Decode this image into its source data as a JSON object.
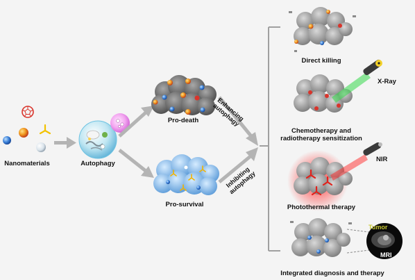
{
  "labels": {
    "nanomaterials": "Nanomaterials",
    "autophagy": "Autophagy",
    "pro_death": "Pro-death",
    "pro_survival": "Pro-survival",
    "enhancing_1": "Enhancing",
    "enhancing_2": "autophagy",
    "inhibiting_1": "Inhibiting",
    "inhibiting_2": "autophagy",
    "direct_killing": "Direct killing",
    "chemo_1": "Chemotherapy and",
    "chemo_2": "radiotherapy sensitization",
    "xray": "X-Ray",
    "nir": "NIR",
    "photothermal": "Photothermal therapy",
    "integrated": "Integrated diagnosis and therapy",
    "tumor": "Tumor",
    "mri": "MRI"
  },
  "colors": {
    "background": "#f4f4f4",
    "arrow_gray": "#b4b4b4",
    "tumor_gray": "#6f6f6f",
    "survival_blue": "#7fb6e6",
    "np_red": "#d9342b",
    "np_orange": "#f0a020",
    "np_blue": "#2f6fd0",
    "np_yellow": "#f2c200",
    "xray_green": "#35d84a",
    "nir_red": "#ff2a2a",
    "tumor_label": "#c8c832"
  }
}
